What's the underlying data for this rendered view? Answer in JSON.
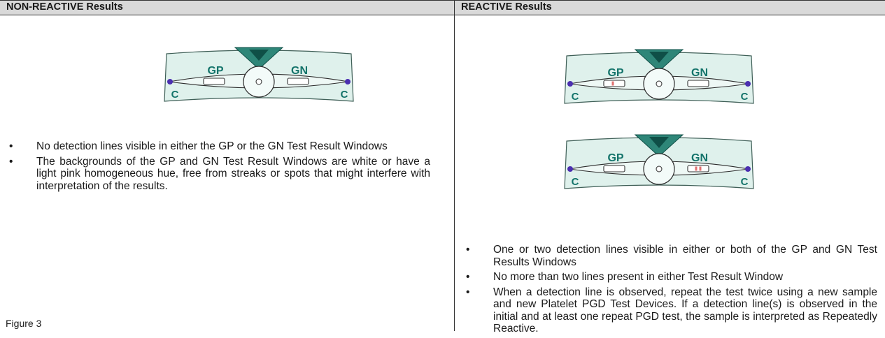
{
  "left": {
    "header": "NON-REACTIVE Results",
    "bullets": [
      "No detection lines visible in either the GP or the GN Test Result Windows",
      "The backgrounds of the GP and GN Test Result Windows are white or have a light pink homogeneous hue, free from streaks or spots that might interfere with interpretation of the results."
    ],
    "figure_label": "Figure 3"
  },
  "right": {
    "header": "REACTIVE Results",
    "bullets": [
      "One or two detection lines visible in either or both of the GP and GN Test Results Windows",
      "No more than two lines present in either Test Result Window",
      "When a detection line is observed, repeat the test twice using a new sample and new Platelet PGD Test Devices. If a detection line(s) is observed in the initial and at least one repeat PGD test, the sample is interpreted as Repeatedly Reactive."
    ]
  },
  "device_labels": {
    "gp": "GP",
    "gn": "GN",
    "control": "C"
  },
  "devices": [
    {
      "id": "nonreactive",
      "gp_lines": 0,
      "gn_lines": 0
    },
    {
      "id": "reactive-gp",
      "gp_lines": 1,
      "gn_lines": 0
    },
    {
      "id": "reactive-gn",
      "gp_lines": 0,
      "gn_lines": 2
    }
  ],
  "colors": {
    "device_fill": "#dff1ec",
    "device_outline": "#3f5f57",
    "label_teal": "#13736a",
    "cap_teal": "#2e8678",
    "cap_dark": "#0f4f47",
    "dot_purple": "#4b2fb0",
    "line_pink": "#e07070",
    "header_gray": "#d9d9d9"
  }
}
